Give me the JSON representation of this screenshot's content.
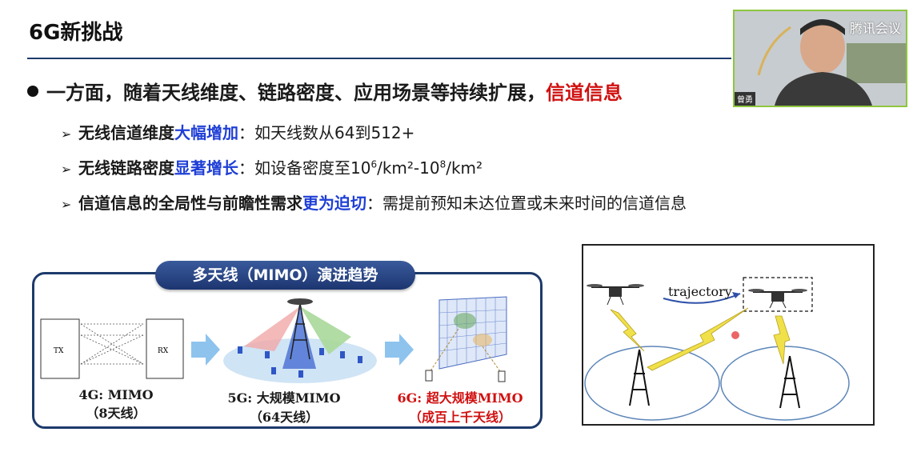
{
  "slide": {
    "title": "6G新挑战",
    "main_bullet": {
      "text": "一方面，随着天线维度、链路密度、应用场景等持续扩展，",
      "highlight": "信道信息"
    },
    "sub_bullets": [
      {
        "lead": "无线信道维度",
        "emph": "大幅增加",
        "rest": "：如天线数从64到512+"
      },
      {
        "lead": "无线链路密度",
        "emph": "显著增长",
        "rest_a": "：如设备密度至10",
        "sup1": "6",
        "rest_b": "/km²-10",
        "sup2": "8",
        "rest_c": "/km²"
      },
      {
        "lead": "信道信息的全局性与前瞻性需求",
        "emph": "更为迫切",
        "rest": "：需提前预知未达位置或未来时间的信道信息"
      }
    ]
  },
  "mimo_figure": {
    "banner": "多天线（MIMO）演进趋势",
    "tx_label": "TX",
    "rx_label": "RX",
    "captions": [
      {
        "line1": "4G: MIMO",
        "line2": "（8天线）"
      },
      {
        "line1": "5G: 大规模MIMO",
        "line2": "（64天线）"
      },
      {
        "line1": "6G: 超大规模MIMO",
        "line2": "（成百上千天线）"
      }
    ]
  },
  "trajectory_figure": {
    "label": "trajectory"
  },
  "webcam": {
    "name": "曾勇",
    "app_logo": "腾讯会议"
  },
  "colors": {
    "accent_blue": "#1f3fd6",
    "accent_red": "#d01010",
    "navy": "#1d3a6b"
  }
}
